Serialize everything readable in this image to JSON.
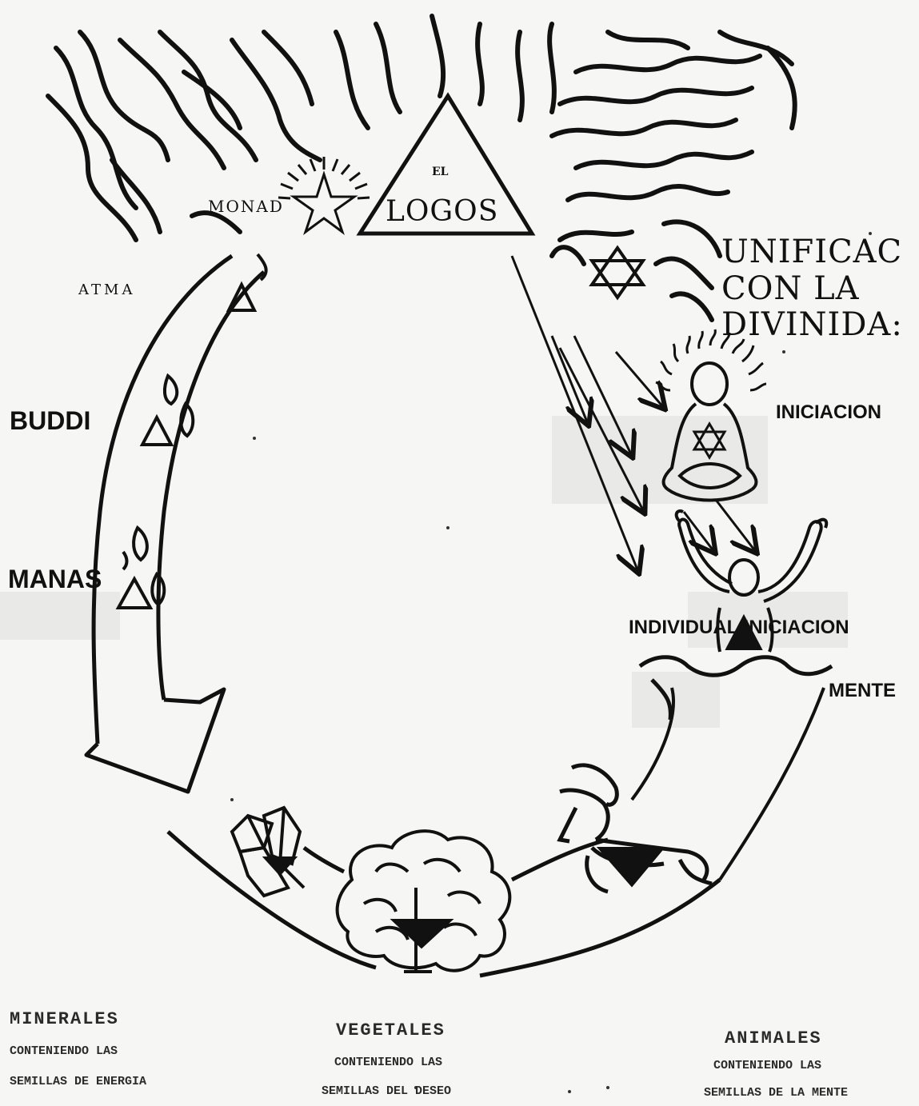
{
  "diagram": {
    "logos_top": "EL",
    "logos": "LOGOS",
    "monad": "MONAD",
    "atma": "ATMA",
    "buddi": "BUDDI",
    "manas": "MANAS",
    "unificacion": [
      "UNIFICAC",
      "CON LA",
      "DIVINIDA:"
    ],
    "iniciacion": "INICIACION",
    "individual_iniciacion": "INDIVIDUAL  INICIACION",
    "mente": "MENTE",
    "minerales": {
      "title": "MINERALES",
      "line1": "CONTENIENDO LAS",
      "line2": "SEMILLAS DE ENERGIA"
    },
    "vegetales": {
      "title": "VEGETALES",
      "line1": "CONTENIENDO LAS",
      "line2": "SEMILLAS DEL DESEO"
    },
    "animales": {
      "title": "ANIMALES",
      "line1": "CONTENIENDO LAS",
      "line2": "SEMILLAS DE LA MENTE"
    }
  },
  "colors": {
    "ink": "#111111",
    "paper": "#f6f6f4"
  }
}
